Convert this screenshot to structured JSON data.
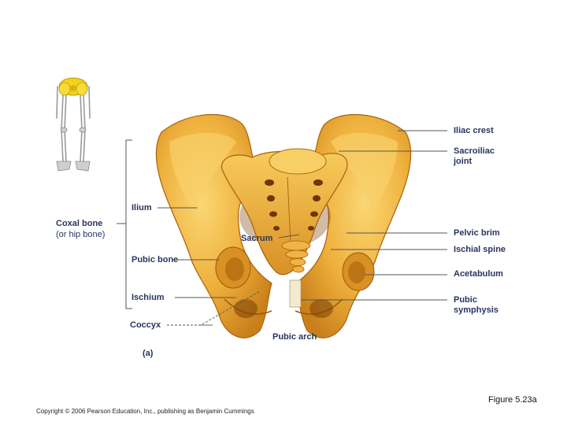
{
  "labels": {
    "iliac_crest": "Iliac crest",
    "sacroiliac_joint_line1": "Sacroiliac",
    "sacroiliac_joint_line2": "joint",
    "ilium": "Ilium",
    "coxal_bone": "Coxal bone",
    "coxal_bone_alt": "(or hip bone)",
    "sacrum": "Sacrum",
    "pubic_bone": "Pubic bone",
    "ischium": "Ischium",
    "coccyx": "Coccyx",
    "pubic_arch": "Pubic arch",
    "part_letter": "(a)",
    "pelvic_brim": "Pelvic brim",
    "ischial_spine": "Ischial spine",
    "acetabulum": "Acetabulum",
    "pubic_symphysis_line1": "Pubic",
    "pubic_symphysis_line2": "symphysis"
  },
  "footer": {
    "copyright": "Copyright © 2006 Pearson Education, Inc., publishing as Benjamin Cummings",
    "figure_number": "Figure 5.23a"
  },
  "colors": {
    "bone_light": "#f7c24a",
    "bone_mid": "#e9a52f",
    "bone_dark": "#c77a12",
    "shadow": "#8a4a08",
    "leader_line": "#555555",
    "label_text": "#2a3560",
    "skeleton_highlight": "#f2d21a"
  },
  "icons": {
    "locator": "skeleton-locator-icon"
  }
}
